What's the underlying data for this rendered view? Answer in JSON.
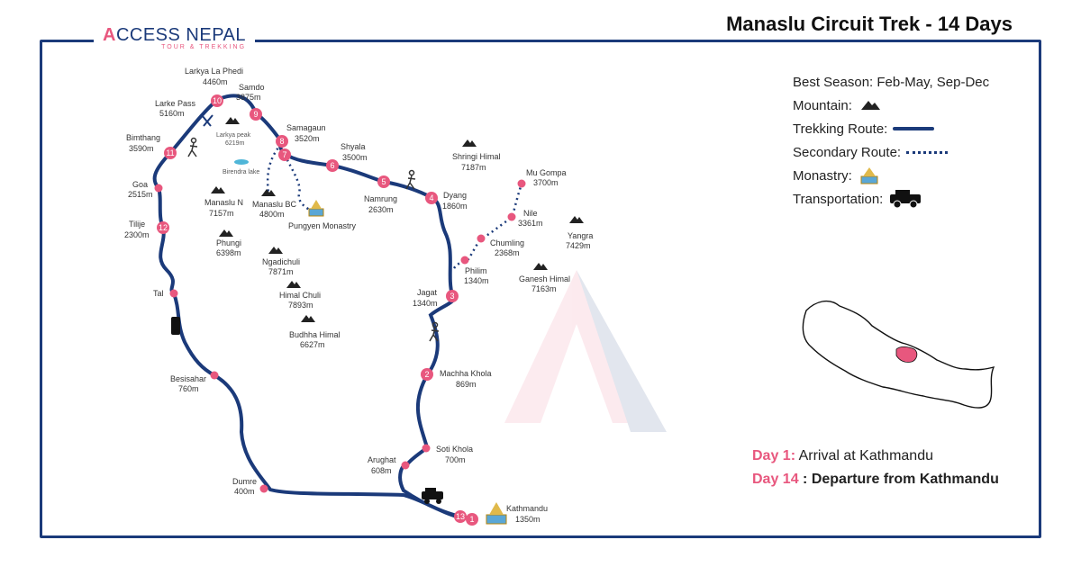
{
  "title": "Manaslu Circuit Trek - 14 Days",
  "logo": {
    "brand_a": "A",
    "brand_rest": "CCESS NEPAL",
    "tagline": "TOUR & TREKKING"
  },
  "legend": {
    "best_season": "Best Season: Feb-May, Sep-Dec",
    "mountain": "Mountain:",
    "trekking_route": "Trekking Route:",
    "secondary_route": "Secondary Route:",
    "monastry": "Monastry:",
    "transportation": "Transportation:"
  },
  "days": {
    "day1_key": "Day 1:",
    "day1_text": "Arrival at Kathmandu",
    "day14_key": "Day 14",
    "day14_text": " : Departure from Kathmandu"
  },
  "colors": {
    "route": "#1b3a7a",
    "marker": "#e8577e",
    "frame": "#1b3a7a",
    "nepal_highlight": "#e8577e"
  },
  "stops": [
    {
      "n": "1",
      "name": "Kathmandu",
      "alt": "1350m"
    },
    {
      "n": "2",
      "name": "Machha Khola",
      "alt": "869m"
    },
    {
      "n": "3",
      "name": "Jagat",
      "alt": "1340m"
    },
    {
      "n": "4",
      "name": "Dyang",
      "alt": "1860m"
    },
    {
      "n": "5",
      "name": "Namrung",
      "alt": "2630m"
    },
    {
      "n": "6",
      "name": "Shyala",
      "alt": "3500m"
    },
    {
      "n": "7",
      "name": "",
      "alt": ""
    },
    {
      "n": "8",
      "name": "Samagaun",
      "alt": "3520m"
    },
    {
      "n": "9",
      "name": "Samdo",
      "alt": "3875m"
    },
    {
      "n": "10",
      "name": "Larkya La Phedi",
      "alt": "4460m"
    },
    {
      "n": "11",
      "name": "Bimthang",
      "alt": "3590m"
    },
    {
      "n": "12",
      "name": "Tilije",
      "alt": "2300m"
    },
    {
      "n": "13",
      "name": "",
      "alt": ""
    }
  ],
  "places": [
    {
      "name": "Soti Khola",
      "alt": "700m"
    },
    {
      "name": "Arughat",
      "alt": "608m"
    },
    {
      "name": "Dumre",
      "alt": "400m"
    },
    {
      "name": "Besisahar",
      "alt": "760m"
    },
    {
      "name": "Tal",
      "alt": ""
    },
    {
      "name": "Goa",
      "alt": "2515m"
    },
    {
      "name": "Larke Pass",
      "alt": "5160m"
    },
    {
      "name": "Philim",
      "alt": "1340m"
    },
    {
      "name": "Chumling",
      "alt": "2368m"
    },
    {
      "name": "Nile",
      "alt": "3361m"
    },
    {
      "name": "Mu Gompa",
      "alt": "3700m"
    },
    {
      "name": "Manaslu BC",
      "alt": "4800m"
    },
    {
      "name": "Pungyen Monastry",
      "alt": ""
    },
    {
      "name": "Birendra lake",
      "alt": ""
    }
  ],
  "mountains": [
    {
      "name": "Larkya peak",
      "alt": "6219m"
    },
    {
      "name": "Shringi Himal",
      "alt": "7187m"
    },
    {
      "name": "Manaslu N",
      "alt": "7157m"
    },
    {
      "name": "Phungi",
      "alt": "6398m"
    },
    {
      "name": "Ngadichuli",
      "alt": "7871m"
    },
    {
      "name": "Himal Chuli",
      "alt": "7893m"
    },
    {
      "name": "Budhha Himal",
      "alt": "6627m"
    },
    {
      "name": "Yangra",
      "alt": "7429m"
    },
    {
      "name": "Ganesh Himal",
      "alt": "7163m"
    }
  ]
}
